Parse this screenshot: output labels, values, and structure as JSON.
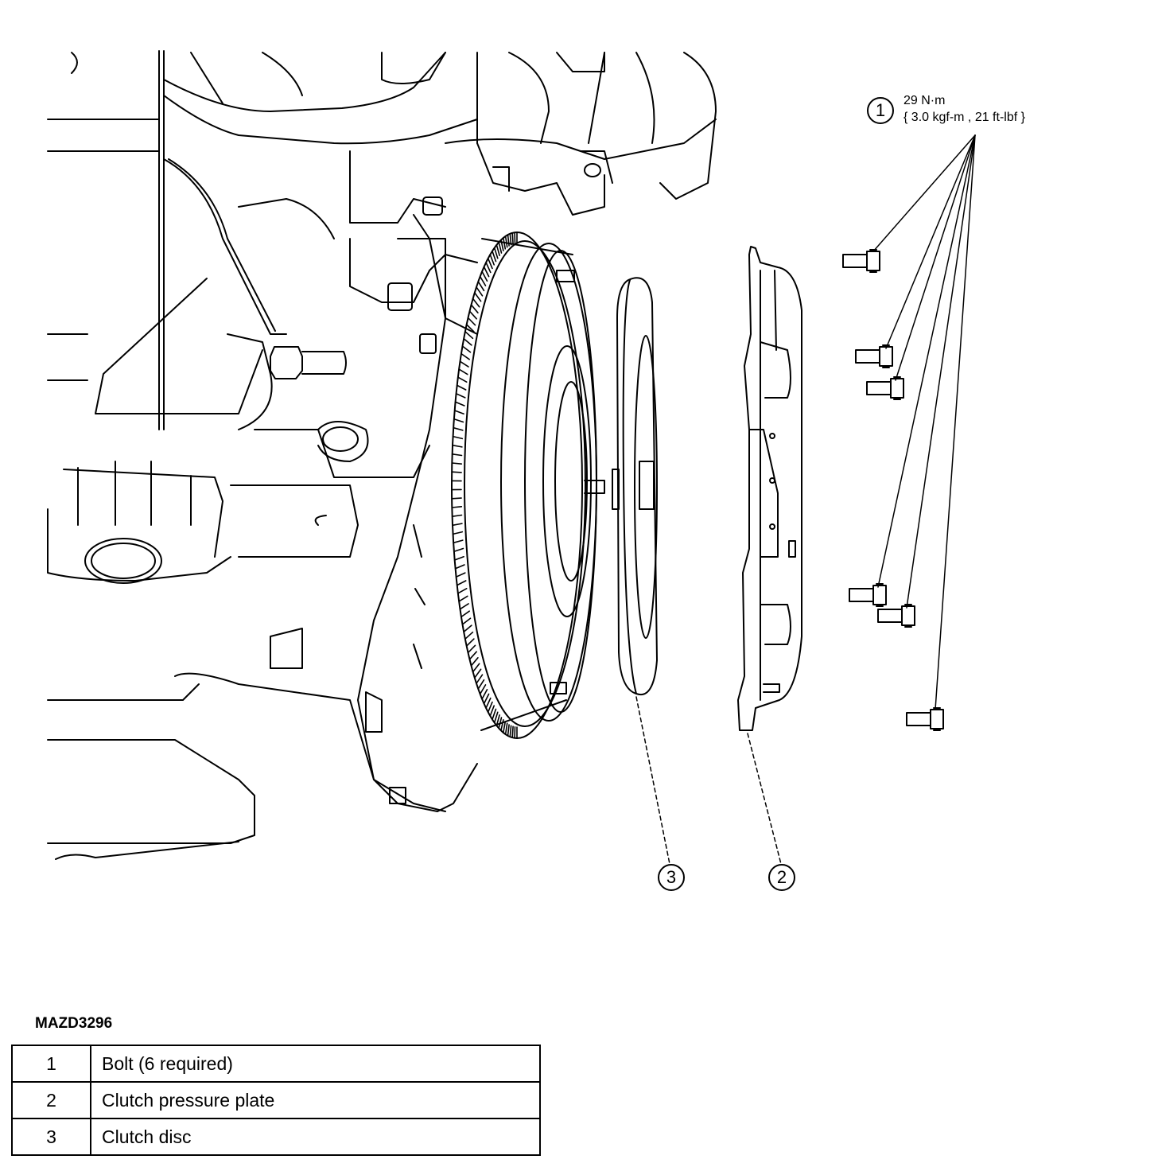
{
  "figure_code": "MAZD3296",
  "torque_spec": {
    "line1": "29 N·m",
    "line2": "{ 3.0 kgf-m , 21 ft-lbf }"
  },
  "callouts": {
    "c1": "1",
    "c2": "2",
    "c3": "3"
  },
  "legend": [
    {
      "number": "1",
      "description": "Bolt (6 required)"
    },
    {
      "number": "2",
      "description": "Clutch pressure plate"
    },
    {
      "number": "3",
      "description": "Clutch disc"
    }
  ]
}
